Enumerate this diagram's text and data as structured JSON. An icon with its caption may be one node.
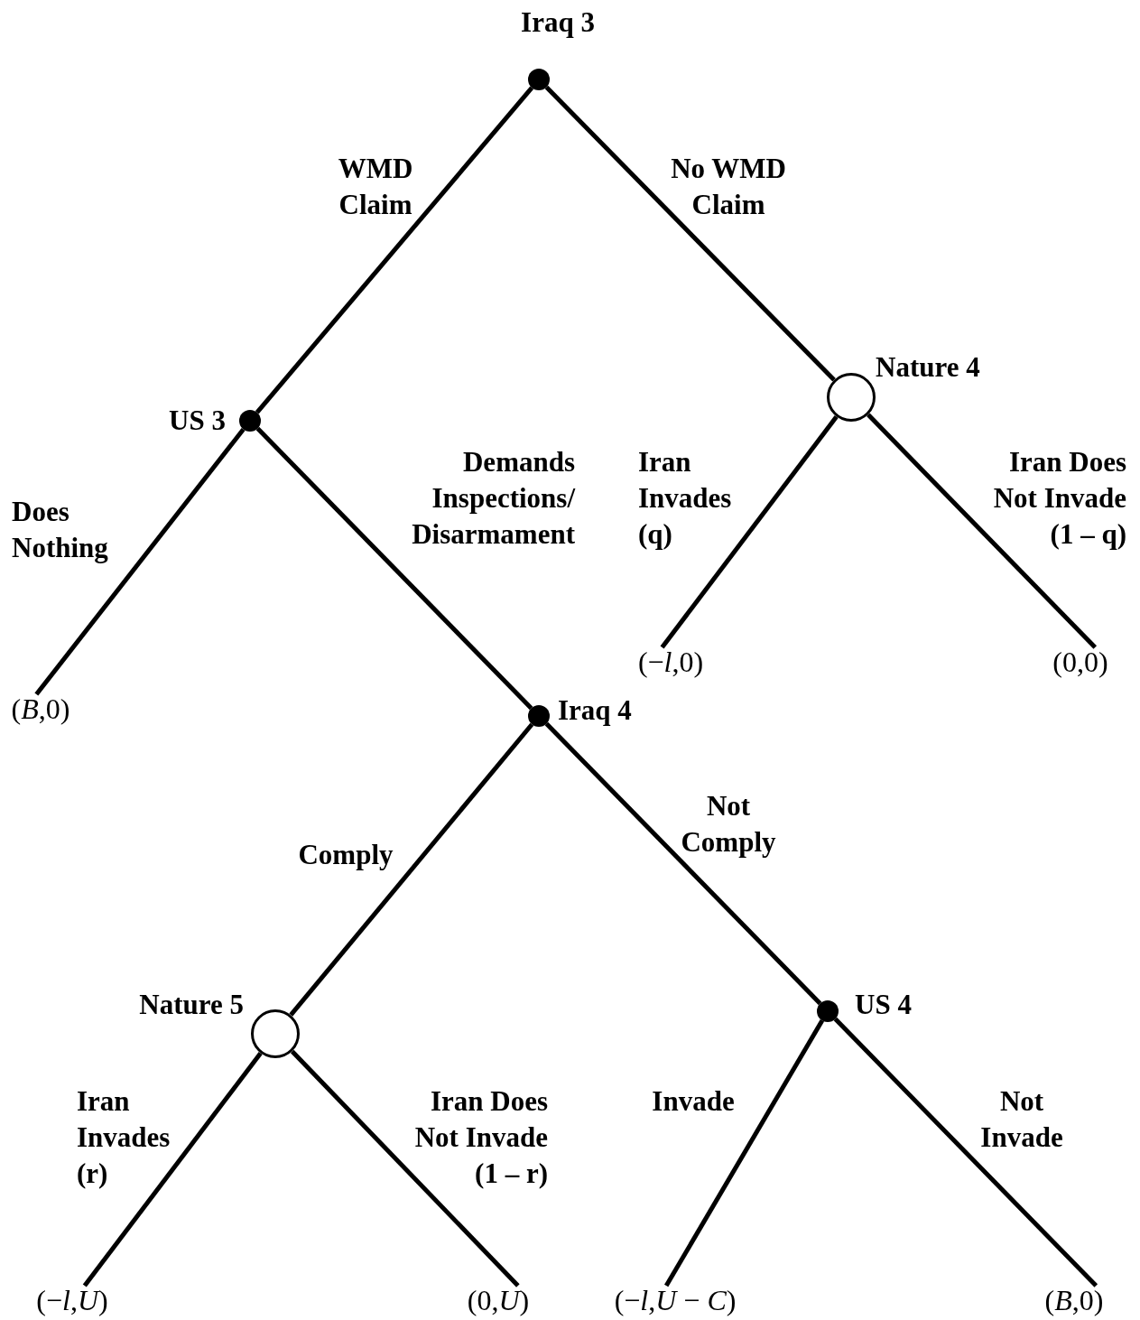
{
  "diagram": {
    "nodes": [
      {
        "text": [],
        "shape": "dot",
        "beside": [
          "Iraq 3"
        ]
      },
      {
        "text": [],
        "shape": "dot",
        "beside": [
          "US 3"
        ]
      },
      {
        "text": [],
        "shape": "circle",
        "beside": [
          "Nature 4"
        ]
      },
      {
        "text": [
          "(*B*,0)"
        ]
      },
      {
        "text": [
          "(−*l*,0)"
        ]
      },
      {
        "text": [
          "(0,0)"
        ]
      },
      {
        "text": [],
        "shape": "dot",
        "beside": [
          "Iraq 4"
        ]
      },
      {
        "text": [],
        "shape": "circle",
        "beside": [
          "Nature 5"
        ]
      },
      {
        "text": [],
        "shape": "dot",
        "beside": [
          "US 4"
        ]
      },
      {
        "text": [
          "(−*l*,*U*)"
        ]
      },
      {
        "text": [
          "(0,*U*)"
        ]
      },
      {
        "text": [
          "(−*l*,*U* − *C*)"
        ]
      },
      {
        "text": [
          "(*B*,0)"
        ]
      }
    ],
    "edges": [
      {
        "from": 0,
        "to": 1,
        "arrow": "none",
        "label": "WMD Claim"
      },
      {
        "from": 0,
        "to": 2,
        "arrow": "none",
        "label": "No WMD Claim"
      },
      {
        "from": 1,
        "to": 3,
        "arrow": "none",
        "label": "Does Nothing"
      },
      {
        "from": 1,
        "to": 6,
        "arrow": "none",
        "label": "Demands Inspections/ Disarmament"
      },
      {
        "from": 2,
        "to": 4,
        "arrow": "none",
        "label": "Iran Invades (q)"
      },
      {
        "from": 2,
        "to": 5,
        "arrow": "none",
        "label": "Iran Does Not Invade (1 – q)"
      },
      {
        "from": 6,
        "to": 7,
        "arrow": "none",
        "label": "Comply"
      },
      {
        "from": 6,
        "to": 8,
        "arrow": "none",
        "label": "Not Comply"
      },
      {
        "from": 7,
        "to": 9,
        "arrow": "none",
        "label": "Iran Invades (r)"
      },
      {
        "from": 7,
        "to": 10,
        "arrow": "none",
        "label": "Iran Does Not Invade (1 – r)"
      },
      {
        "from": 8,
        "to": 11,
        "arrow": "none",
        "label": "Invade"
      },
      {
        "from": 8,
        "to": 12,
        "arrow": "none",
        "label": "Not Invade"
      }
    ]
  }
}
